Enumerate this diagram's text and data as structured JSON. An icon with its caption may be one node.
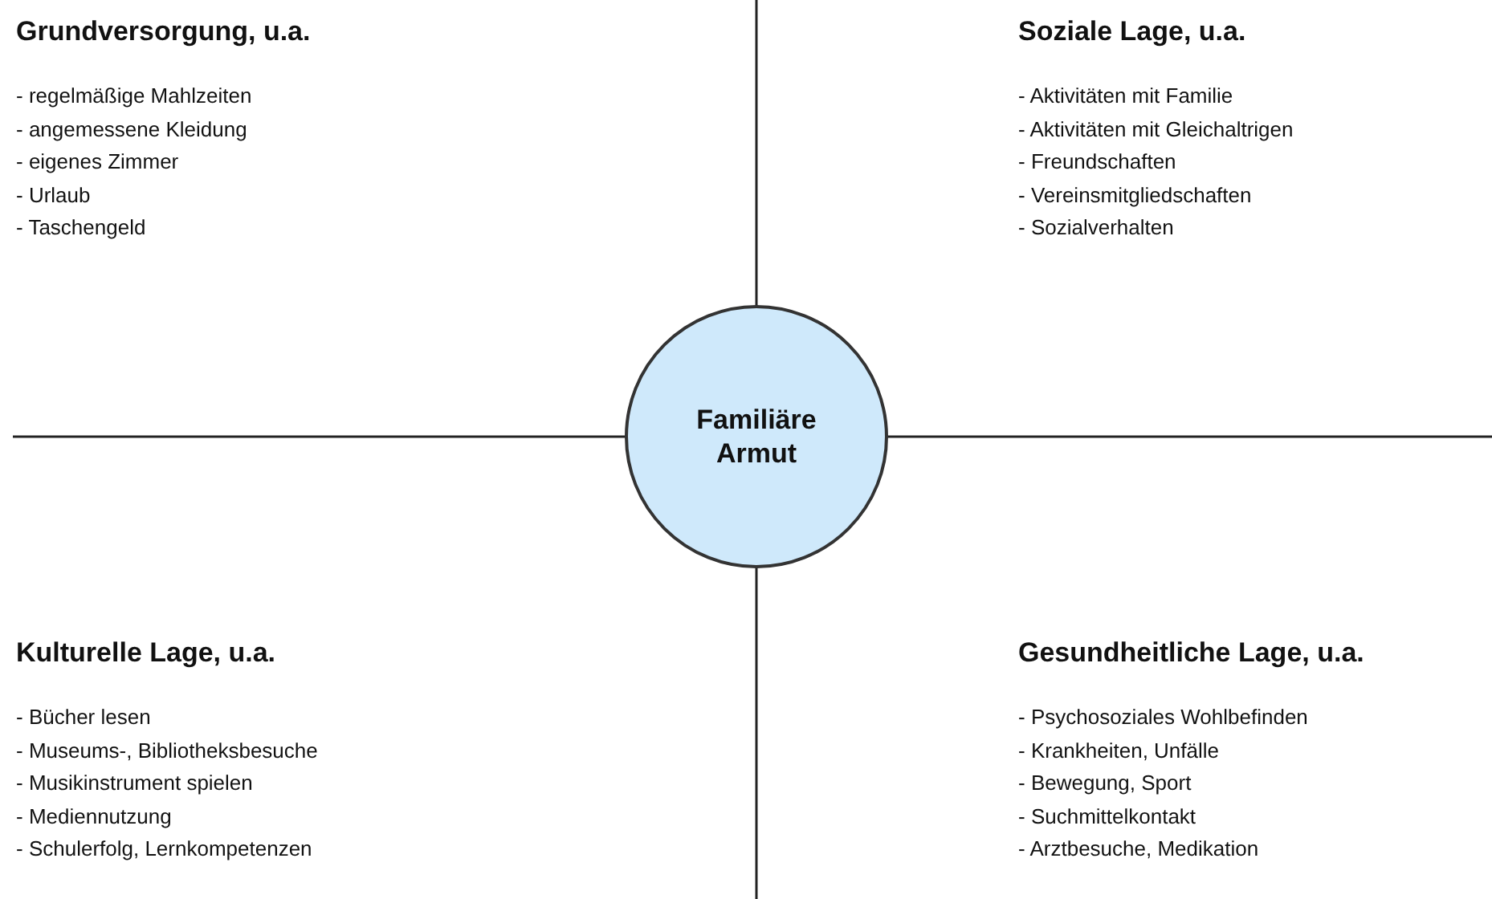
{
  "diagram": {
    "nodes": [
      {
        "text": [
          "Familiäre Armut"
        ]
      }
    ],
    "labels": [
      "Grundversorgung, u.a.",
      "- regelmäßige Mahlzeiten",
      "- angemessene Kleidung",
      "- eigenes Zimmer",
      "- Urlaub",
      "- Taschengeld",
      "Soziale Lage, u.a.",
      "- Aktivitäten mit Familie",
      "- Aktivitäten mit Gleichaltrigen",
      "- Freundschaften",
      "- Vereinsmitgliedschaften",
      "- Sozialverhalten",
      "Kulturelle Lage, u.a.",
      "- Bücher lesen",
      "- Museums-, Bibliotheksbesuche",
      "- Musikinstrument spielen",
      "- Mediennutzung",
      "- Schulerfolg, Lernkompetenzen",
      "Gesundheitliche Lage, u.a.",
      "- Psychosoziales Wohlbefinden",
      "- Krankheiten, Unfälle",
      "- Bewegung, Sport",
      "- Suchmittelkontakt",
      "- Arztbesuche, Medikation"
    ]
  }
}
